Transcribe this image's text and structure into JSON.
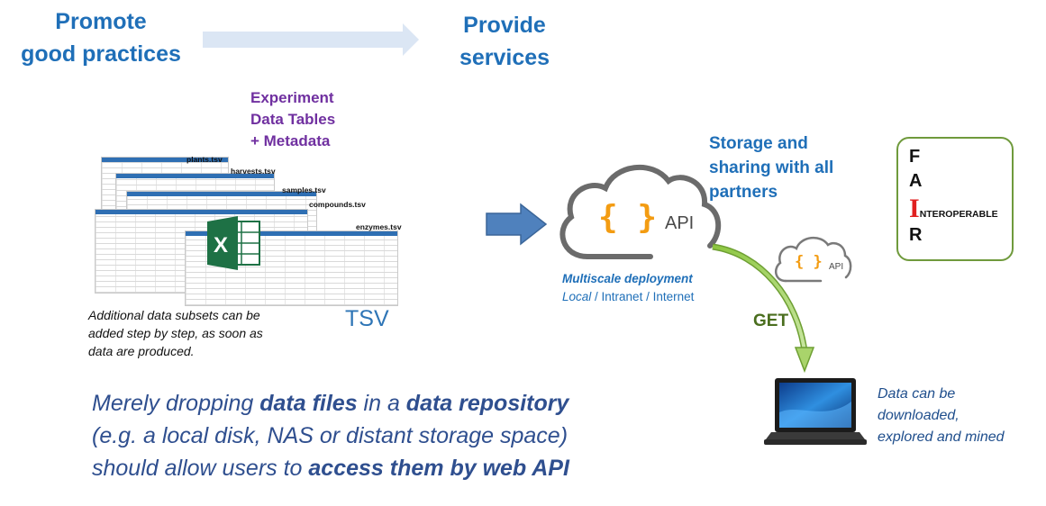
{
  "header": {
    "left_title": "Promote\ngood practices",
    "right_title": "Provide\nservices"
  },
  "data_tables": {
    "title": "Experiment\nData Tables\n+ Metadata",
    "files": [
      "plants.tsv",
      "harvests.tsv",
      "samples.tsv",
      "compounds.tsv",
      "enzymes.tsv"
    ],
    "format_label": "TSV",
    "note": "Additional data subsets can be\nadded step by step, as soon as\ndata are produced."
  },
  "cloud": {
    "api_label": "API",
    "braces": "{ }",
    "storage_text": "Storage and\nsharing with all\npartners",
    "deploy_title": "Multiscale deployment",
    "deploy_local": "Local",
    "deploy_sep1": " / Intranet / Internet"
  },
  "small_cloud": {
    "api_label": "API",
    "braces": "{ }"
  },
  "fair": {
    "f": "F",
    "a": "A",
    "i": "I",
    "i_rest": "NTEROPERABLE",
    "r": "R"
  },
  "get_label": "GET",
  "download_text": "Data can be\ndownloaded,\nexplored and mined",
  "bottom": {
    "line1_a": "Merely dropping ",
    "line1_b": "data files",
    "line1_c": " in a ",
    "line1_d": "data repository",
    "line2": "(e.g. a local disk, NAS or distant storage space)",
    "line3_a": "should allow users to ",
    "line3_b": "access them by web API"
  },
  "colors": {
    "title_blue": "#1f6fb8",
    "purple": "#7030a0",
    "excel_green": "#1e7145",
    "cloud_orange": "#f39c12",
    "arrow_blue": "#4f81bd",
    "fair_border": "#6f9a3c",
    "fair_red": "#e02020"
  }
}
